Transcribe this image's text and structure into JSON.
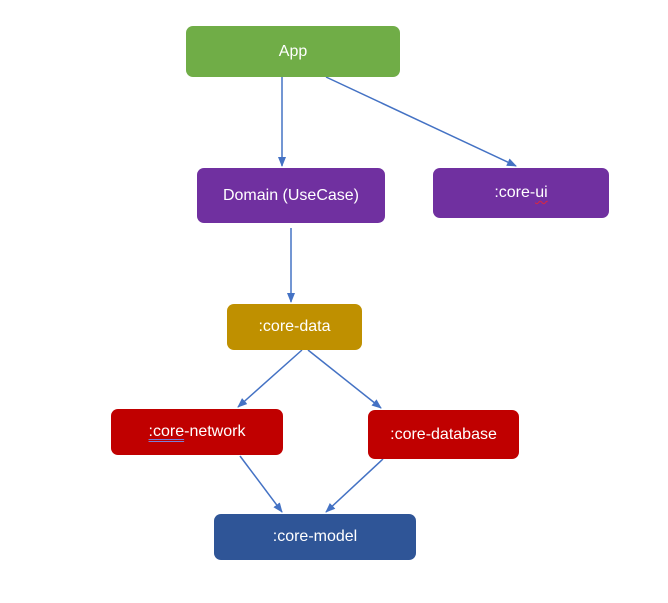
{
  "colors": {
    "app": "#70ad47",
    "domain": "#7030a0",
    "core_ui": "#7030a0",
    "core_data": "#bf9000",
    "core_network": "#c00000",
    "core_database": "#c00000",
    "core_model": "#2f5597",
    "connector": "#4472c4",
    "label": "#ffffff"
  },
  "nodes": {
    "app": {
      "label": "App"
    },
    "domain": {
      "label": "Domain (UseCase)"
    },
    "core_ui": {
      "prefix": ":core-",
      "suffix": "ui"
    },
    "core_data": {
      "label": ":core-data"
    },
    "core_network": {
      "prefix": ":core",
      "suffix": "-network"
    },
    "core_database": {
      "label": ":core-database"
    },
    "core_model": {
      "label": ":core-model"
    }
  },
  "edges": [
    {
      "from": "app",
      "to": "domain"
    },
    {
      "from": "app",
      "to": "core_ui"
    },
    {
      "from": "domain",
      "to": "core_data"
    },
    {
      "from": "core_data",
      "to": "core_network"
    },
    {
      "from": "core_data",
      "to": "core_database"
    },
    {
      "from": "core_network",
      "to": "core_model"
    },
    {
      "from": "core_database",
      "to": "core_model"
    }
  ]
}
